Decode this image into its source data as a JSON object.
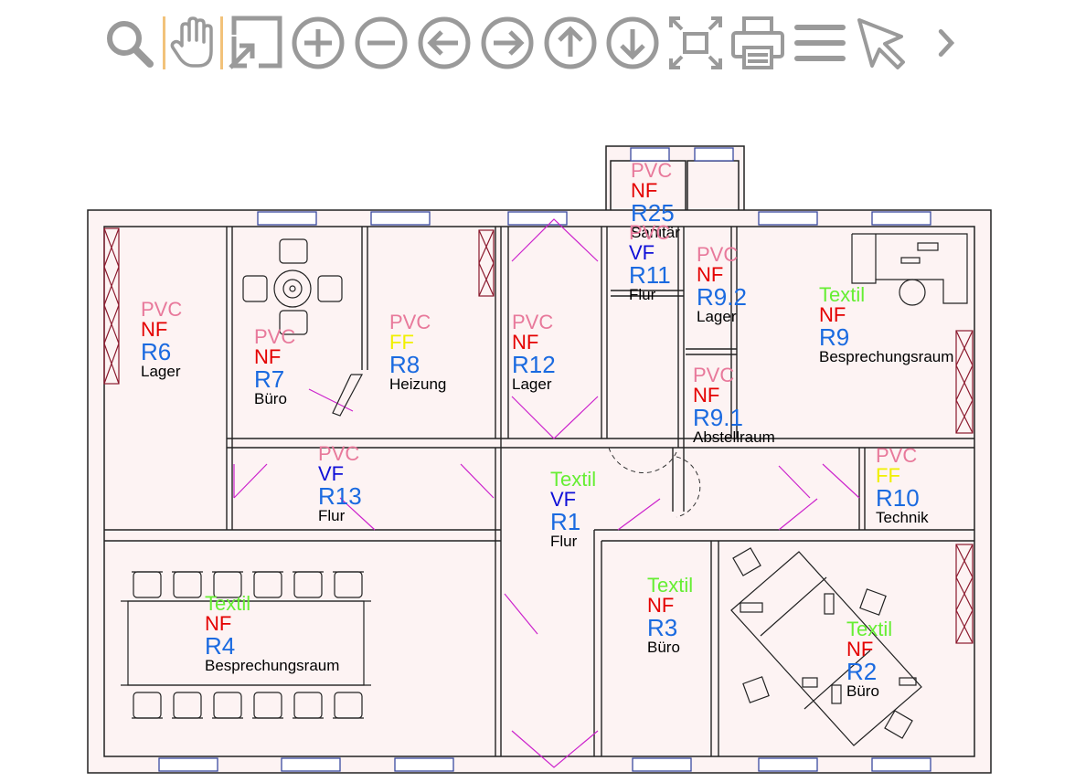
{
  "toolbar": {
    "buttons": [
      {
        "name": "zoom-search-icon",
        "label": "Search"
      },
      {
        "name": "pan-hand-icon",
        "label": "Pan"
      },
      {
        "name": "zoom-window-icon",
        "label": "Zoom window"
      },
      {
        "name": "zoom-in-icon",
        "label": "Zoom in"
      },
      {
        "name": "zoom-out-icon",
        "label": "Zoom out"
      },
      {
        "name": "arrow-left-icon",
        "label": "Pan left"
      },
      {
        "name": "arrow-right-icon",
        "label": "Pan right"
      },
      {
        "name": "arrow-up-icon",
        "label": "Pan up"
      },
      {
        "name": "arrow-down-icon",
        "label": "Pan down"
      },
      {
        "name": "fit-extents-icon",
        "label": "Fit to extents"
      },
      {
        "name": "print-icon",
        "label": "Print"
      },
      {
        "name": "menu-icon",
        "label": "Menu"
      },
      {
        "name": "select-cursor-icon",
        "label": "Select"
      },
      {
        "name": "more-chevron-icon",
        "label": "More"
      }
    ],
    "icon_color": "#9a9a9a",
    "separator_color": "#f2c27a"
  },
  "colors": {
    "floor": "#fdf3f3",
    "wall": "#222222",
    "door_swing": "#cc22cc",
    "window": "#3a4aa0",
    "shelf": "#8b1a2e"
  },
  "rooms": [
    {
      "id": "R6",
      "name": "Lager",
      "floor": "PVC",
      "class": "NF"
    },
    {
      "id": "R7",
      "name": "Büro",
      "floor": "PVC",
      "class": "NF"
    },
    {
      "id": "R8",
      "name": "Heizung",
      "floor": "PVC",
      "class": "FF"
    },
    {
      "id": "R12",
      "name": "Lager",
      "floor": "PVC",
      "class": "NF"
    },
    {
      "id": "R25",
      "name": "Sanitär",
      "floor": "PVC",
      "class": "NF"
    },
    {
      "id": "R11",
      "name": "Flur",
      "floor": "PVC",
      "class": "VF"
    },
    {
      "id": "R9.2",
      "name": "Lager",
      "floor": "PVC",
      "class": "NF"
    },
    {
      "id": "R9",
      "name": "Besprechungsraum",
      "floor": "Textil",
      "class": "NF"
    },
    {
      "id": "R9.1",
      "name": "Abstellraum",
      "floor": "PVC",
      "class": "NF"
    },
    {
      "id": "R13",
      "name": "Flur",
      "floor": "PVC",
      "class": "VF"
    },
    {
      "id": "R1",
      "name": "Flur",
      "floor": "Textil",
      "class": "VF"
    },
    {
      "id": "R10",
      "name": "Technik",
      "floor": "PVC",
      "class": "FF"
    },
    {
      "id": "R3",
      "name": "Büro",
      "floor": "Textil",
      "class": "NF"
    },
    {
      "id": "R2",
      "name": "Büro",
      "floor": "Textil",
      "class": "NF"
    },
    {
      "id": "R4",
      "name": "Besprechungsraum",
      "floor": "Textil",
      "class": "NF"
    }
  ]
}
